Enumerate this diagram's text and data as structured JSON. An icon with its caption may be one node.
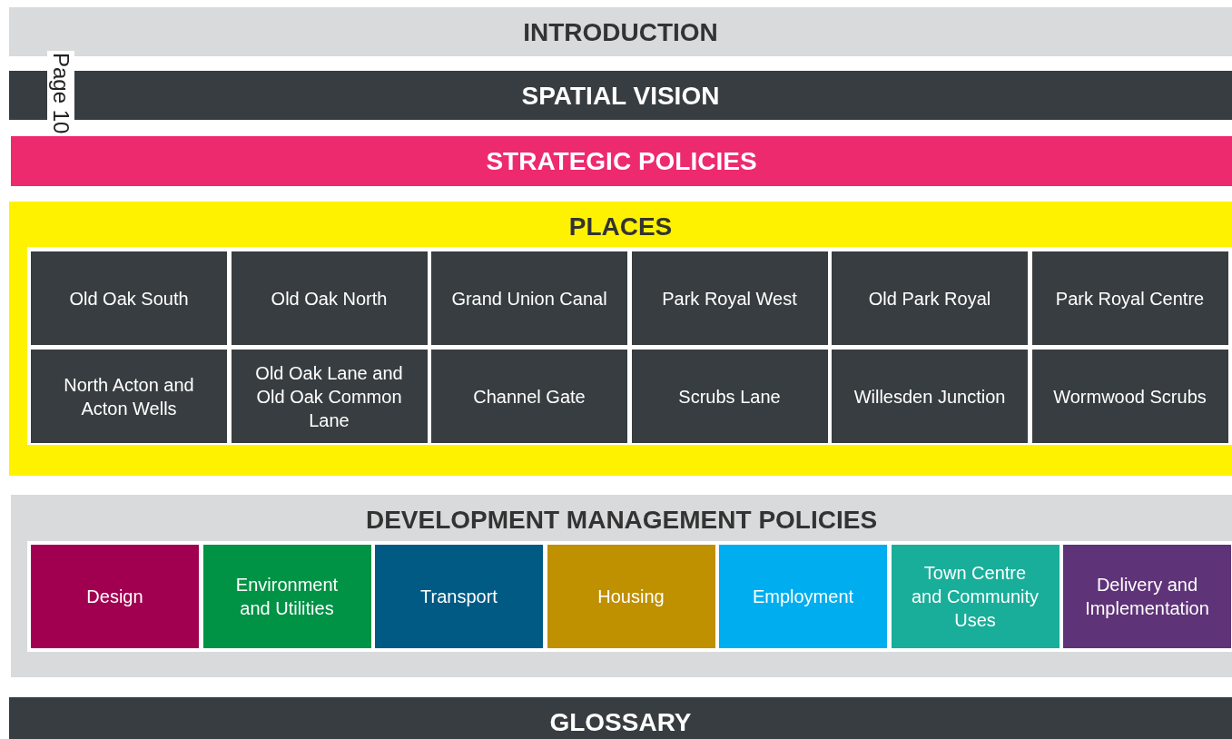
{
  "diagram": {
    "nodes": [
      {
        "text": [
          "INTRODUCTION"
        ]
      },
      {
        "text": [
          "SPATIAL VISION"
        ]
      },
      {
        "text": [
          "STRATEGIC POLICIES"
        ]
      },
      {
        "text": [
          "PLACES"
        ]
      },
      {
        "text": [
          "Old Oak South"
        ],
        "in": 3
      },
      {
        "text": [
          "Old Oak North"
        ],
        "in": 3
      },
      {
        "text": [
          "Grand Union Canal"
        ],
        "in": 3
      },
      {
        "text": [
          "Park Royal West"
        ],
        "in": 3
      },
      {
        "text": [
          "Old Park Royal"
        ],
        "in": 3
      },
      {
        "text": [
          "Park Royal Centre"
        ],
        "in": 3
      },
      {
        "text": [
          "North Acton and Acton Wells"
        ],
        "in": 3
      },
      {
        "text": [
          "Old Oak Lane and Old Oak Common Lane"
        ],
        "in": 3
      },
      {
        "text": [
          "Channel Gate"
        ],
        "in": 3
      },
      {
        "text": [
          "Scrubs Lane"
        ],
        "in": 3
      },
      {
        "text": [
          "Willesden Junction"
        ],
        "in": 3
      },
      {
        "text": [
          "Wormwood Scrubs"
        ],
        "in": 3
      },
      {
        "text": [
          "DEVELOPMENT MANAGEMENT POLICIES"
        ]
      },
      {
        "text": [
          "Design"
        ],
        "in": 16
      },
      {
        "text": [
          "Environment and Utilities"
        ],
        "in": 16
      },
      {
        "text": [
          "Transport"
        ],
        "in": 16
      },
      {
        "text": [
          "Housing"
        ],
        "in": 16
      },
      {
        "text": [
          "Employment"
        ],
        "in": 16
      },
      {
        "text": [
          "Town Centre and Community Uses"
        ],
        "in": 16
      },
      {
        "text": [
          "Delivery and Implementation"
        ],
        "in": 16
      },
      {
        "text": [
          "GLOSSARY"
        ]
      }
    ],
    "labels": [
      "Page 10"
    ]
  }
}
